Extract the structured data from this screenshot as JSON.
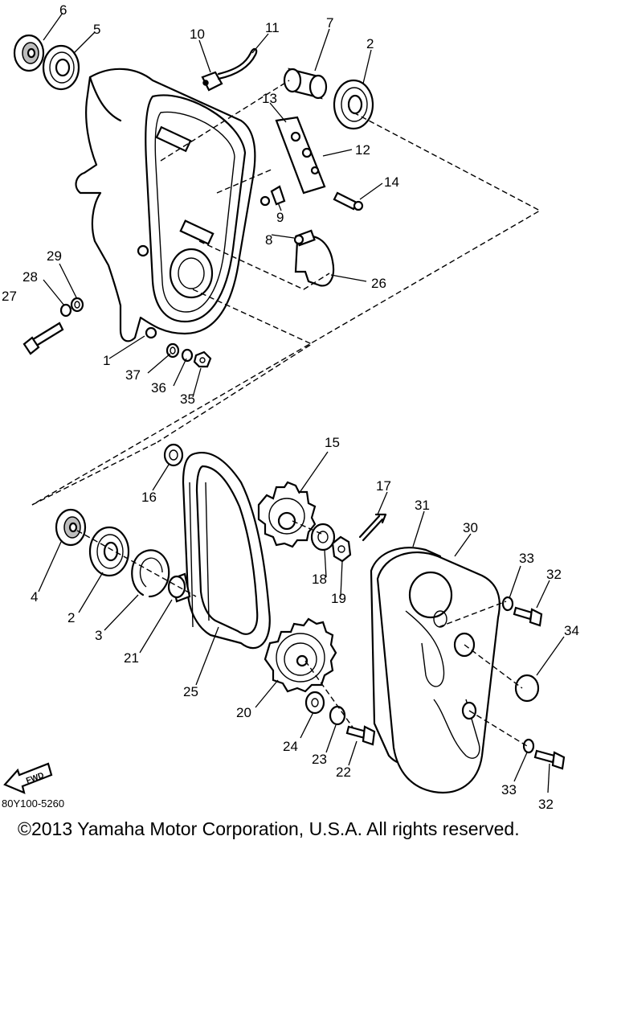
{
  "diagram": {
    "callouts": [
      {
        "id": "c6",
        "text": "6"
      },
      {
        "id": "c5",
        "text": "5"
      },
      {
        "id": "c10",
        "text": "10"
      },
      {
        "id": "c11",
        "text": "11"
      },
      {
        "id": "c7",
        "text": "7"
      },
      {
        "id": "c2a",
        "text": "2"
      },
      {
        "id": "c13",
        "text": "13"
      },
      {
        "id": "c12",
        "text": "12"
      },
      {
        "id": "c14",
        "text": "14"
      },
      {
        "id": "c9",
        "text": "9"
      },
      {
        "id": "c8",
        "text": "8"
      },
      {
        "id": "c26",
        "text": "26"
      },
      {
        "id": "c29",
        "text": "29"
      },
      {
        "id": "c28",
        "text": "28"
      },
      {
        "id": "c27",
        "text": "27"
      },
      {
        "id": "c1",
        "text": "1"
      },
      {
        "id": "c37",
        "text": "37"
      },
      {
        "id": "c36",
        "text": "36"
      },
      {
        "id": "c35",
        "text": "35"
      },
      {
        "id": "c15",
        "text": "15"
      },
      {
        "id": "c16",
        "text": "16"
      },
      {
        "id": "c17",
        "text": "17"
      },
      {
        "id": "c31",
        "text": "31"
      },
      {
        "id": "c30",
        "text": "30"
      },
      {
        "id": "c33a",
        "text": "33"
      },
      {
        "id": "c32a",
        "text": "32"
      },
      {
        "id": "c18",
        "text": "18"
      },
      {
        "id": "c19",
        "text": "19"
      },
      {
        "id": "c4",
        "text": "4"
      },
      {
        "id": "c2b",
        "text": "2"
      },
      {
        "id": "c3",
        "text": "3"
      },
      {
        "id": "c21",
        "text": "21"
      },
      {
        "id": "c34",
        "text": "34"
      },
      {
        "id": "c25",
        "text": "25"
      },
      {
        "id": "c20",
        "text": "20"
      },
      {
        "id": "c24",
        "text": "24"
      },
      {
        "id": "c23",
        "text": "23"
      },
      {
        "id": "c22",
        "text": "22"
      },
      {
        "id": "c33b",
        "text": "33"
      },
      {
        "id": "c32b",
        "text": "32"
      }
    ],
    "fwd_label": "FWD",
    "code": "80Y100-5260"
  },
  "footer": {
    "copyright": "©2013 Yamaha Motor Corporation, U.S.A. All rights reserved."
  },
  "colors": {
    "line": "#000000",
    "background": "#ffffff",
    "shade": "#bdbdbd"
  }
}
